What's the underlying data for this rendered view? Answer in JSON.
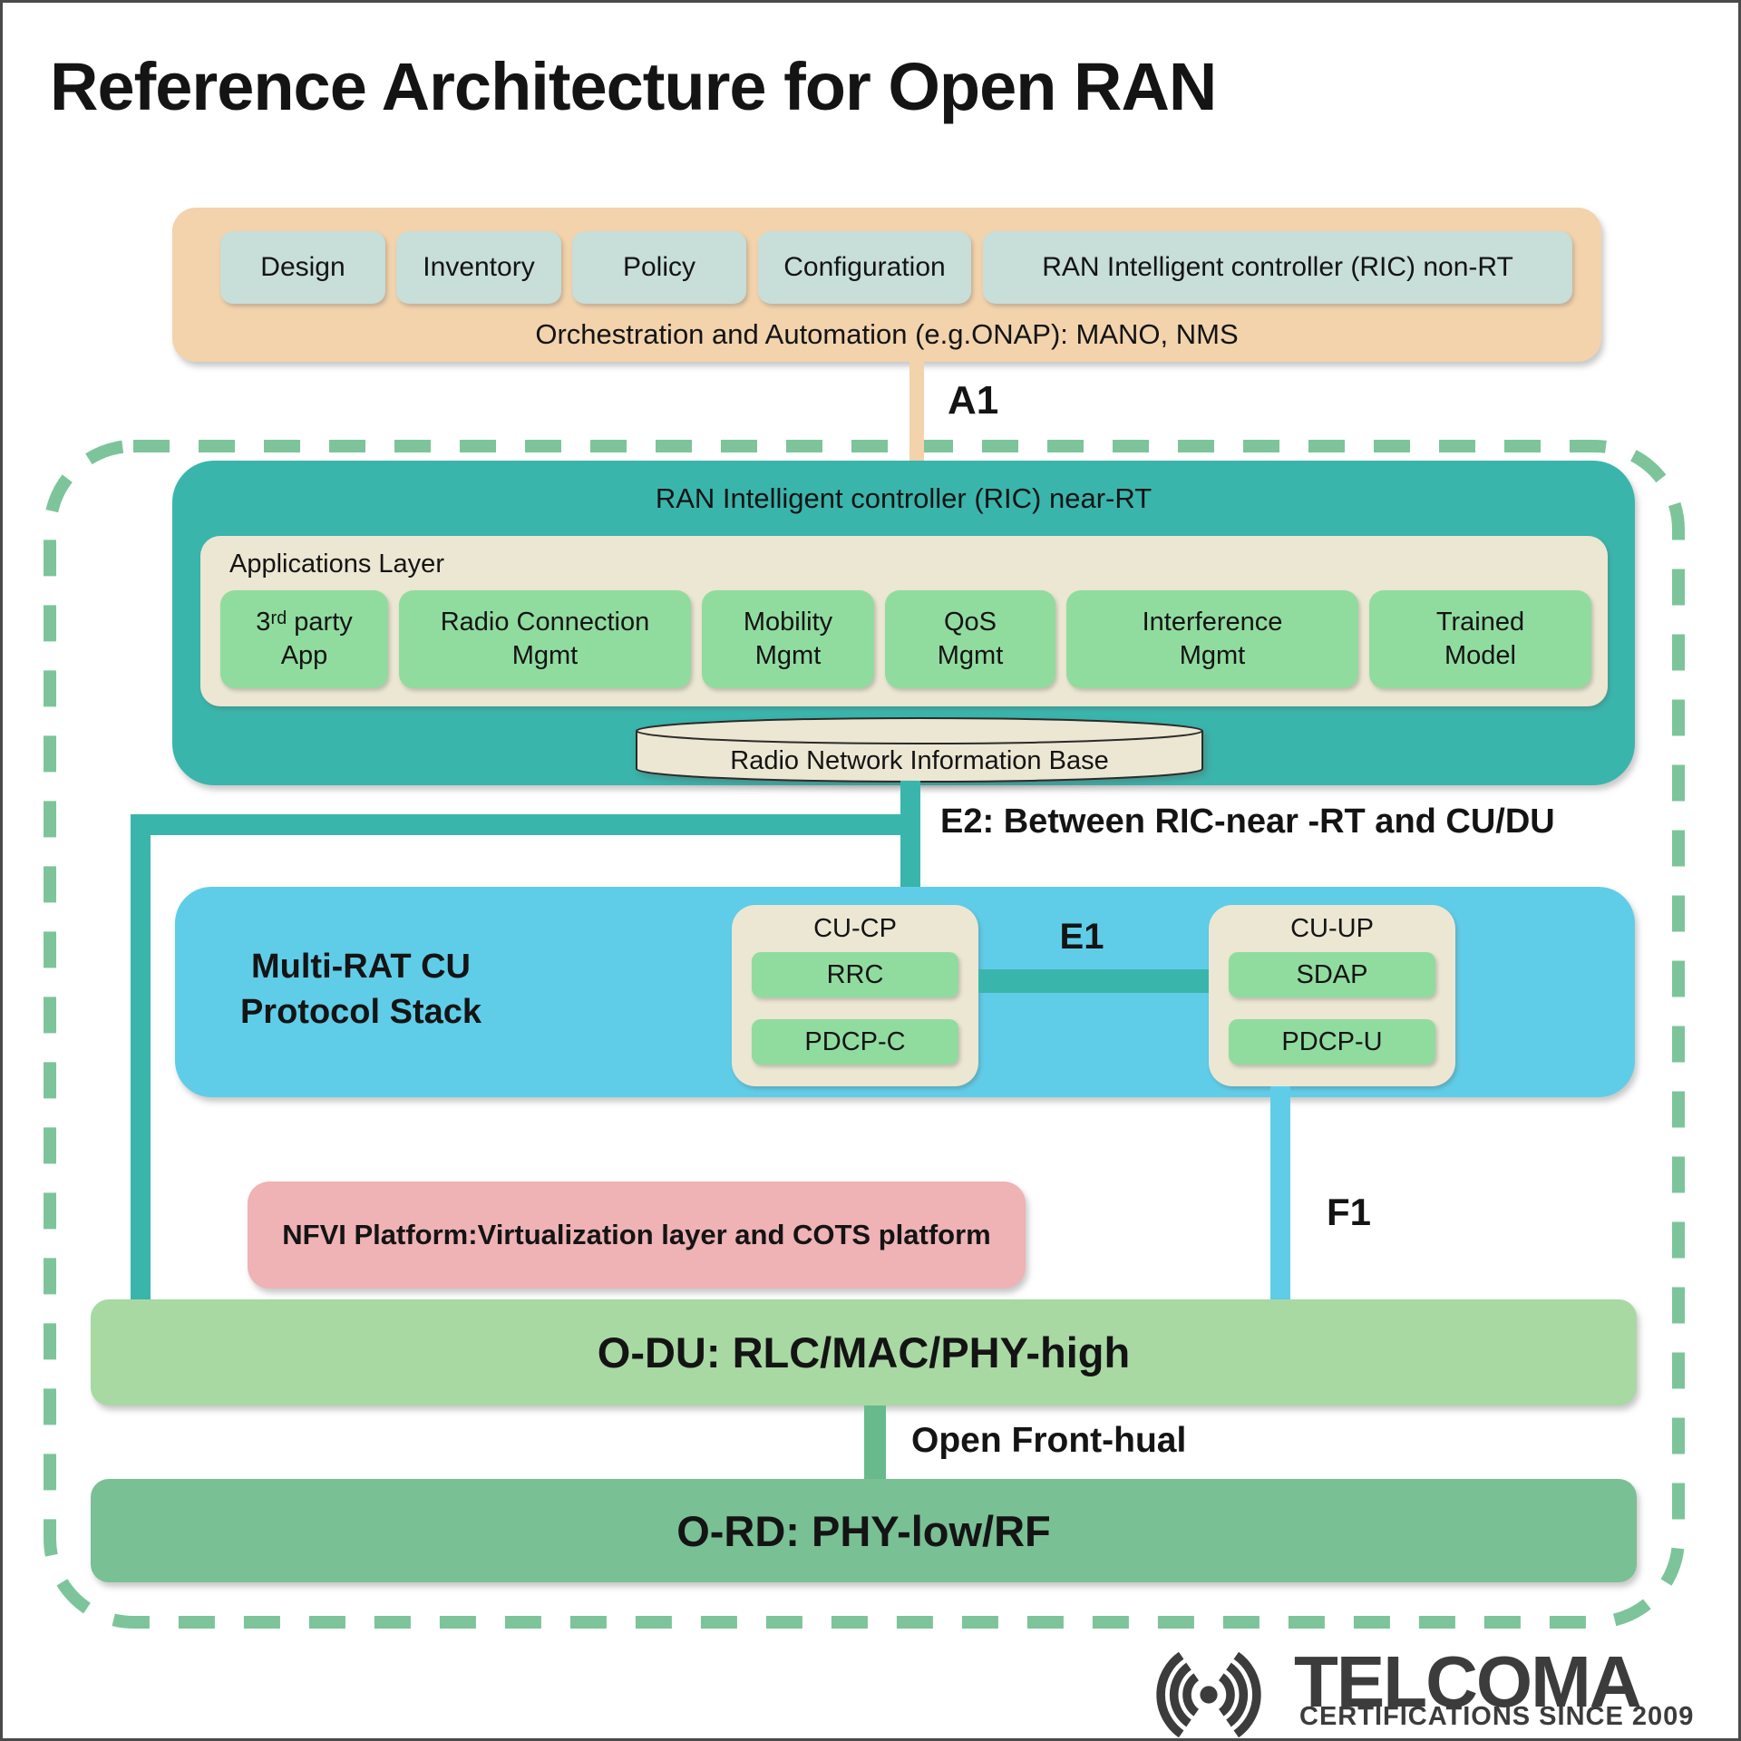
{
  "title": "Reference Architecture for Open RAN",
  "orchestration": {
    "items": [
      "Design",
      "Inventory",
      "Policy",
      "Configuration",
      "RAN Intelligent controller (RIC) non-RT"
    ],
    "label": "Orchestration and Automation (e.g.ONAP): MANO, NMS"
  },
  "connectors": {
    "a1": "A1",
    "e2": "E2: Between RIC-near -RT and CU/DU",
    "e1": "E1",
    "f1": "F1",
    "fronthaul": "Open Front-hual"
  },
  "ric_near_rt": {
    "title": "RAN Intelligent controller (RIC) near-RT",
    "apps_layer_label": "Applications Layer",
    "apps": [
      "3ʳᵈ party\nApp",
      "Radio Connection\nMgmt",
      "Mobility\nMgmt",
      "QoS\nMgmt",
      "Interference\nMgmt",
      "Trained\nModel"
    ],
    "rnib": "Radio Network Information Base"
  },
  "cu_stack": {
    "label": "Multi-RAT CU\nProtocol Stack",
    "cu_cp": {
      "title": "CU-CP",
      "items": [
        "RRC",
        "PDCP-C"
      ]
    },
    "cu_up": {
      "title": "CU-UP",
      "items": [
        "SDAP",
        "PDCP-U"
      ]
    }
  },
  "nfvi": "NFVI Platform:Virtualization layer and COTS platform",
  "odu": "O-DU: RLC/MAC/PHY-high",
  "ord": "O-RD: PHY-low/RF",
  "logo": {
    "name": "TELCOMA",
    "tagline": "CERTIFICATIONS SINCE 2009"
  },
  "colors": {
    "tan": "#f2d3ac",
    "pale_teal": "#c7ded9",
    "teal": "#3ab5ac",
    "cream": "#ece7d2",
    "light_green": "#90dc9f",
    "dash_green": "#7dc49a",
    "blue": "#60cde8",
    "pink": "#efb2b5",
    "odu_green": "#a8d9a3",
    "ord_green": "#79c095",
    "fronthaul_green": "#68ba8c",
    "text": "#141414",
    "logo_gray": "#3c3c3c"
  }
}
